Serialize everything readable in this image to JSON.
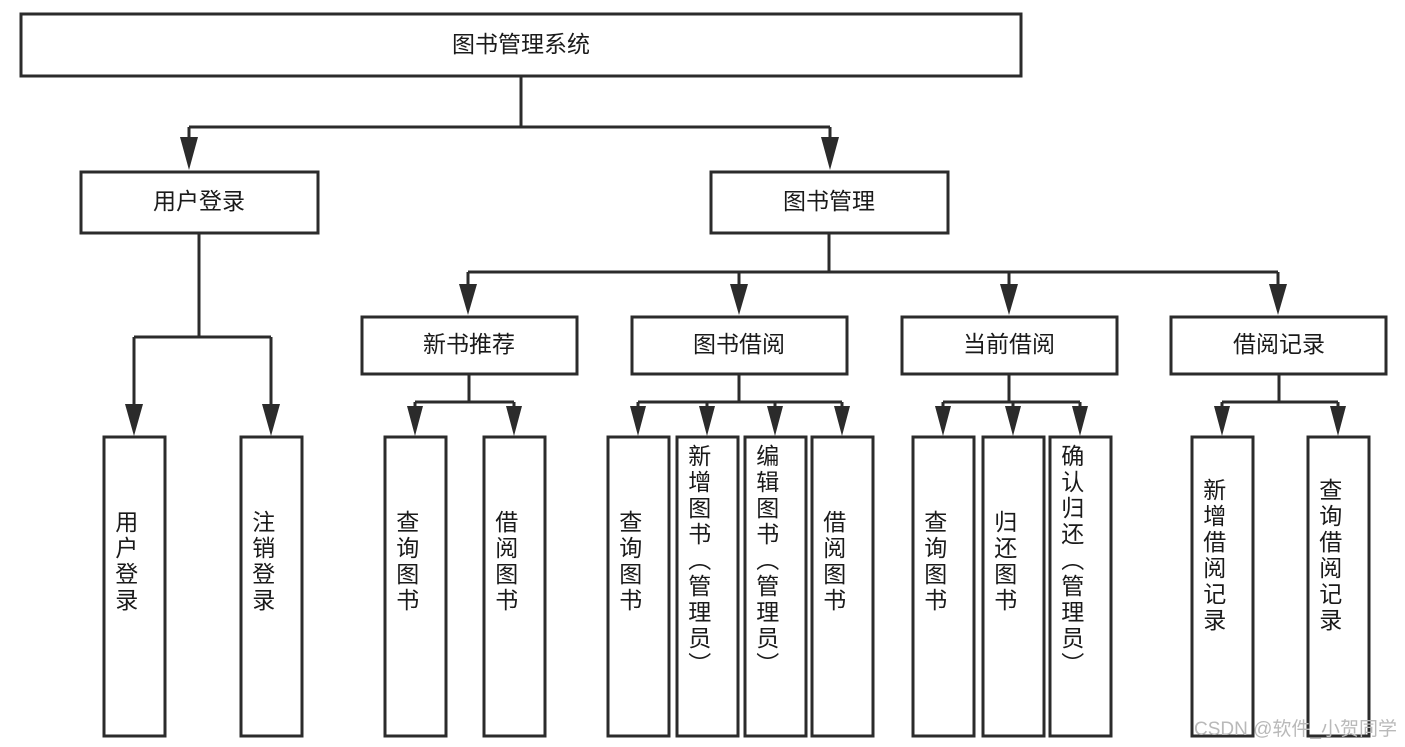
{
  "diagram": {
    "type": "tree-hierarchy",
    "title": "图书管理系统",
    "root": {
      "id": "root",
      "label": "图书管理系统",
      "orientation": "horizontal"
    },
    "level2": [
      {
        "id": "user-login",
        "label": "用户登录",
        "orientation": "horizontal"
      },
      {
        "id": "book-manage",
        "label": "图书管理",
        "orientation": "horizontal"
      }
    ],
    "level3": [
      {
        "id": "new-book-recommend",
        "label": "新书推荐",
        "orientation": "horizontal",
        "parent": "book-manage"
      },
      {
        "id": "book-borrow",
        "label": "图书借阅",
        "orientation": "horizontal",
        "parent": "book-manage"
      },
      {
        "id": "current-borrow",
        "label": "当前借阅",
        "orientation": "horizontal",
        "parent": "book-manage"
      },
      {
        "id": "borrow-record",
        "label": "借阅记录",
        "orientation": "horizontal",
        "parent": "book-manage"
      }
    ],
    "leaves": [
      {
        "id": "leaf-user-login",
        "label": "用户登录",
        "orientation": "vertical",
        "parent": "user-login"
      },
      {
        "id": "leaf-user-logout",
        "label": "注销登录",
        "orientation": "vertical",
        "parent": "user-login"
      },
      {
        "id": "leaf-query-book-1",
        "label": "查询图书",
        "orientation": "vertical",
        "parent": "new-book-recommend"
      },
      {
        "id": "leaf-borrow-book-1",
        "label": "借阅图书",
        "orientation": "vertical",
        "parent": "new-book-recommend"
      },
      {
        "id": "leaf-query-book-2",
        "label": "查询图书",
        "orientation": "vertical",
        "parent": "book-borrow"
      },
      {
        "id": "leaf-add-book",
        "label": "新增图书（管理员）",
        "orientation": "vertical",
        "parent": "book-borrow"
      },
      {
        "id": "leaf-edit-book",
        "label": "编辑图书（管理员）",
        "orientation": "vertical",
        "parent": "book-borrow"
      },
      {
        "id": "leaf-borrow-book-2",
        "label": "借阅图书",
        "orientation": "vertical",
        "parent": "book-borrow"
      },
      {
        "id": "leaf-query-book-3",
        "label": "查询图书",
        "orientation": "vertical",
        "parent": "current-borrow"
      },
      {
        "id": "leaf-return-book",
        "label": "归还图书",
        "orientation": "vertical",
        "parent": "current-borrow"
      },
      {
        "id": "leaf-confirm-return",
        "label": "确认归还（管理员）",
        "orientation": "vertical",
        "parent": "current-borrow"
      },
      {
        "id": "leaf-add-record",
        "label": "新增借阅记录",
        "orientation": "vertical",
        "parent": "borrow-record"
      },
      {
        "id": "leaf-query-record",
        "label": "查询借阅记录",
        "orientation": "vertical",
        "parent": "borrow-record"
      }
    ],
    "colors": {
      "box_stroke": "#2b2b2b",
      "box_fill": "#ffffff",
      "text": "#1a1a1a",
      "background": "#ffffff",
      "watermark": "#b9b9b9"
    }
  },
  "watermark": {
    "text": "CSDN @软件_小贺同学"
  }
}
